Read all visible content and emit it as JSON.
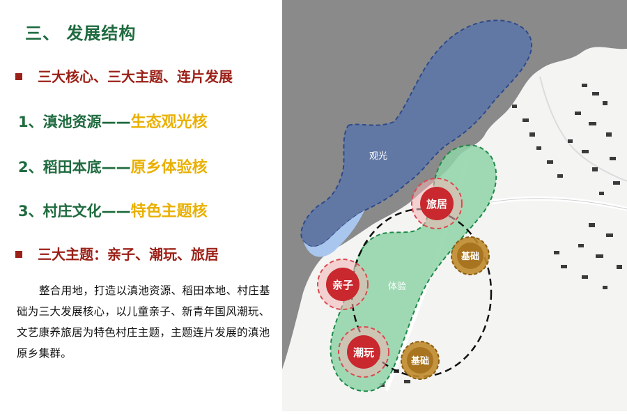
{
  "section_title": "三、 发展结构",
  "bullet1": "三大核心、三大主题、连片发展",
  "cores": [
    {
      "prefix": "1、滇池资源——",
      "highlight": "生态观光核"
    },
    {
      "prefix": "2、稻田本底——",
      "highlight": "原乡体验核"
    },
    {
      "prefix": "3、村庄文化——",
      "highlight": "特色主题核"
    }
  ],
  "bullet2": "三大主题：亲子、潮玩、旅居",
  "paragraph": "整合用地，打造以滇池资源、稻田本地、村庄基础为三大发展核心，以儿童亲子、新青年国风潮玩、文艺康养旅居为特色村庄主题，主题连片发展的滇池原乡集群。",
  "map": {
    "zones": {
      "guanguang": "观光",
      "tiyan": "体验"
    },
    "red_nodes": [
      "旅居",
      "亲子",
      "潮玩"
    ],
    "gold_nodes": [
      "基础",
      "基础"
    ],
    "colors": {
      "zone_blue": "#5b74a8",
      "zone_green": "#8fd3a8",
      "red_node": "#c8282e",
      "gold_node": "#c08a2a"
    }
  }
}
